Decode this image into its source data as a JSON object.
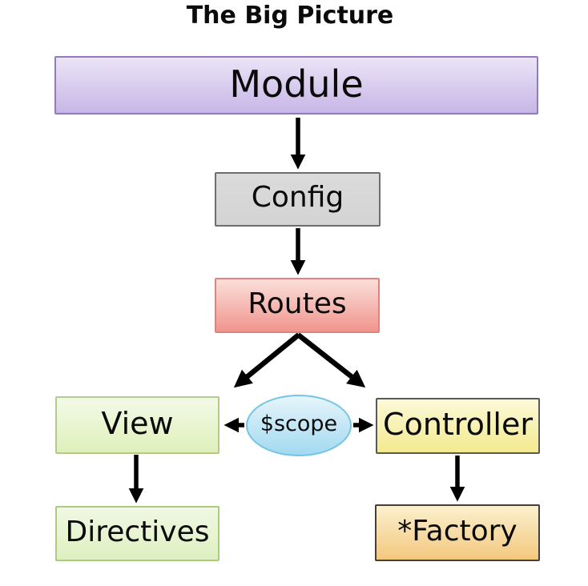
{
  "title": "The Big Picture",
  "nodes": {
    "module": {
      "label": "Module",
      "shape": "rect",
      "fill_top": "#ebe4f6",
      "fill_bottom": "#c7b6e6",
      "border": "#8f7cb8"
    },
    "config": {
      "label": "Config",
      "shape": "rect",
      "fill_top": "#dbdbdb",
      "fill_bottom": "#d3d3d3",
      "border": "#6e6e6e"
    },
    "routes": {
      "label": "Routes",
      "shape": "rect",
      "fill_top": "#fadfdb",
      "fill_bottom": "#f0958d",
      "border": "#e0837c"
    },
    "view": {
      "label": "View",
      "shape": "rect",
      "fill_top": "#f3f9e9",
      "fill_bottom": "#dff0ba",
      "border": "#b2cb8a"
    },
    "scope": {
      "label": "$scope",
      "shape": "ellipse",
      "fill_top": "#e6f5fb",
      "fill_bottom": "#a2d9f0",
      "border": "#74c4e4"
    },
    "controller": {
      "label": "Controller",
      "shape": "rect",
      "fill_top": "#fcf9d8",
      "fill_bottom": "#f3ea8e",
      "border": "#595959"
    },
    "directives": {
      "label": "Directives",
      "shape": "rect",
      "fill_top": "#f1f8e4",
      "fill_bottom": "#def0c0",
      "border": "#a9cc7e"
    },
    "factory": {
      "label": "*Factory",
      "shape": "rect",
      "fill_top": "#fbf0cd",
      "fill_bottom": "#f3c87f",
      "border": "#404040"
    }
  },
  "edges": [
    {
      "from": "Module",
      "to": "Config"
    },
    {
      "from": "Config",
      "to": "Routes"
    },
    {
      "from": "Routes",
      "to": "View"
    },
    {
      "from": "Routes",
      "to": "Controller"
    },
    {
      "from": "$scope",
      "to": "View"
    },
    {
      "from": "$scope",
      "to": "Controller"
    },
    {
      "from": "View",
      "to": "Directives"
    },
    {
      "from": "Controller",
      "to": "*Factory"
    }
  ],
  "arrow_color": "#000000"
}
